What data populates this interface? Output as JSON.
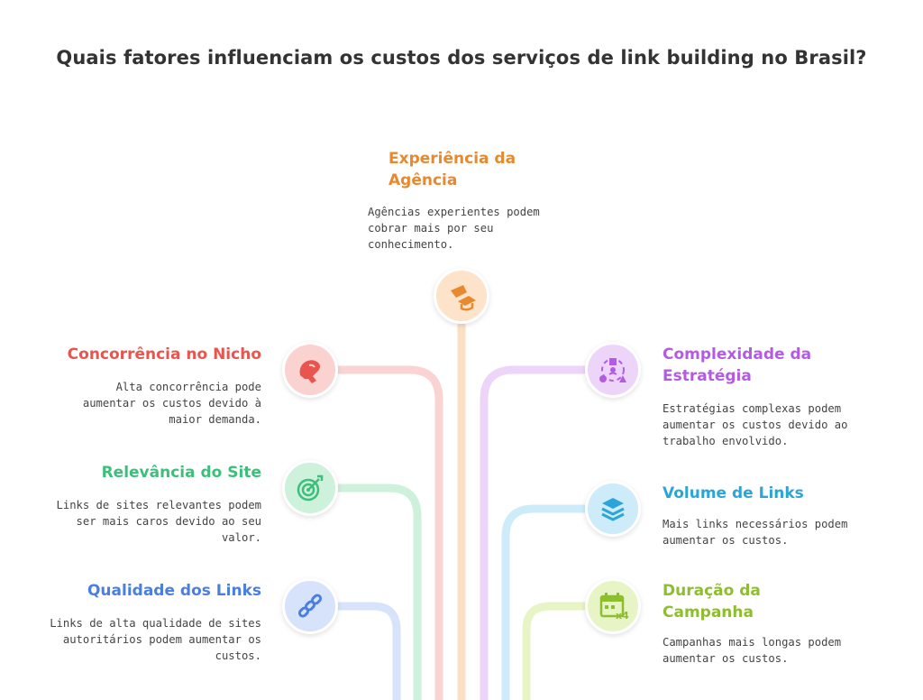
{
  "title": "Quais fatores influenciam os custos dos serviços de link building no Brasil?",
  "factors": {
    "experiencia": {
      "heading_line1": "Experiência da",
      "heading_line2": "Agência",
      "desc_line1": "Agências experientes podem",
      "desc_line2": "cobrar mais por seu",
      "desc_line3": "conhecimento.",
      "icon": "graduation-cap-icon",
      "color": "#E8892E"
    },
    "concorrencia": {
      "heading_line1": "Concorrência no Nicho",
      "desc_line1": "Alta concorrência pode",
      "desc_line2": "aumentar os custos devido à",
      "desc_line3": "maior demanda.",
      "icon": "boxing-glove-icon",
      "color": "#E8544E"
    },
    "relevancia": {
      "heading_line1": "Relevância do Site",
      "desc_line1": "Links de sites relevantes podem",
      "desc_line2": "ser mais caros devido ao seu",
      "desc_line3": "valor.",
      "icon": "target-icon",
      "color": "#3DBE7A"
    },
    "qualidade": {
      "heading_line1": "Qualidade dos Links",
      "desc_line1": "Links de alta qualidade de sites",
      "desc_line2": "autoritários podem aumentar os",
      "desc_line3": "custos.",
      "icon": "chain-link-icon",
      "color": "#4A7FE0"
    },
    "complexidade": {
      "heading_line1": "Complexidade da",
      "heading_line2": "Estratégia",
      "desc_line1": "Estratégias complexas podem",
      "desc_line2": "aumentar os custos devido ao",
      "desc_line3": "trabalho envolvido.",
      "icon": "shapes-icon",
      "color": "#B45BE3"
    },
    "volume": {
      "heading_line1": "Volume de Links",
      "desc_line1": "Mais links necessários podem",
      "desc_line2": "aumentar os custos.",
      "icon": "layers-icon",
      "color": "#2BA5D8"
    },
    "duracao": {
      "heading_line1": "Duração da",
      "heading_line2": "Campanha",
      "desc_line1": "Campanhas mais longas podem",
      "desc_line2": "aumentar os custos.",
      "icon": "calendar-icon",
      "badge": "x4",
      "color": "#8DBE2E"
    }
  }
}
